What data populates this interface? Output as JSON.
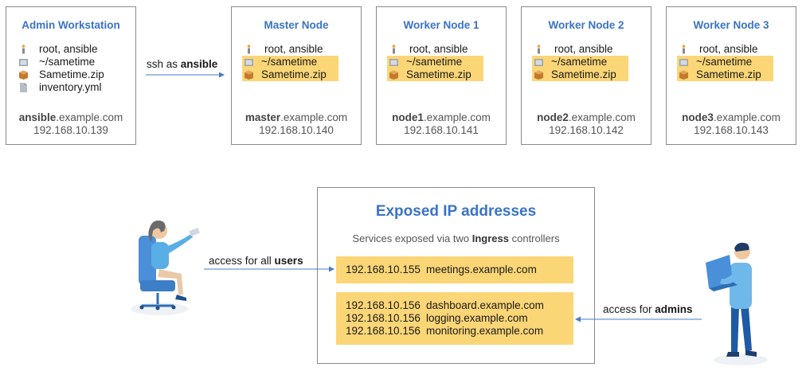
{
  "admin": {
    "title": "Admin Workstation",
    "items": [
      "root, ansible",
      "~/sametime",
      "Sametime.zip",
      "inventory.yml"
    ],
    "host_prefix": "ansible",
    "host_suffix": ".example.com",
    "ip": "192.168.10.139"
  },
  "ssh_label_prefix": "ssh as",
  "ssh_label_bold": "ansible",
  "nodes": [
    {
      "title": "Master Node",
      "items": [
        "root, ansible",
        "~/sametime",
        "Sametime.zip"
      ],
      "host_prefix": "master",
      "host_suffix": ".example.com",
      "ip": "192.168.10.140"
    },
    {
      "title": "Worker Node 1",
      "items": [
        "root, ansible",
        "~/sametime",
        "Sametime.zip"
      ],
      "host_prefix": "node1",
      "host_suffix": ".example.com",
      "ip": "192.168.10.141"
    },
    {
      "title": "Worker Node 2",
      "items": [
        "root, ansible",
        "~/sametime",
        "Sametime.zip"
      ],
      "host_prefix": "node2",
      "host_suffix": ".example.com",
      "ip": "192.168.10.142"
    },
    {
      "title": "Worker Node 3",
      "items": [
        "root, ansible",
        "~/sametime",
        "Sametime.zip"
      ],
      "host_prefix": "node3",
      "host_suffix": ".example.com",
      "ip": "192.168.10.143"
    }
  ],
  "exposed": {
    "title": "Exposed IP addresses",
    "subtitle_prefix": "Services exposed via two",
    "subtitle_bold": "Ingress",
    "subtitle_suffix": "controllers",
    "users_entries": [
      {
        "ip": "192.168.10.155",
        "domain": "meetings.example.com"
      }
    ],
    "admin_entries": [
      {
        "ip": "192.168.10.156",
        "domain": "dashboard.example.com"
      },
      {
        "ip": "192.168.10.156",
        "domain": "logging.example.com"
      },
      {
        "ip": "192.168.10.156",
        "domain": "monitoring.example.com"
      }
    ]
  },
  "users_label_prefix": "access for all",
  "users_label_bold": "users",
  "admins_label_prefix": "access for",
  "admins_label_bold": "admins",
  "colors": {
    "title_blue": "#3a73c6",
    "highlight": "#fbd677",
    "arrow": "#4a7cc9"
  }
}
